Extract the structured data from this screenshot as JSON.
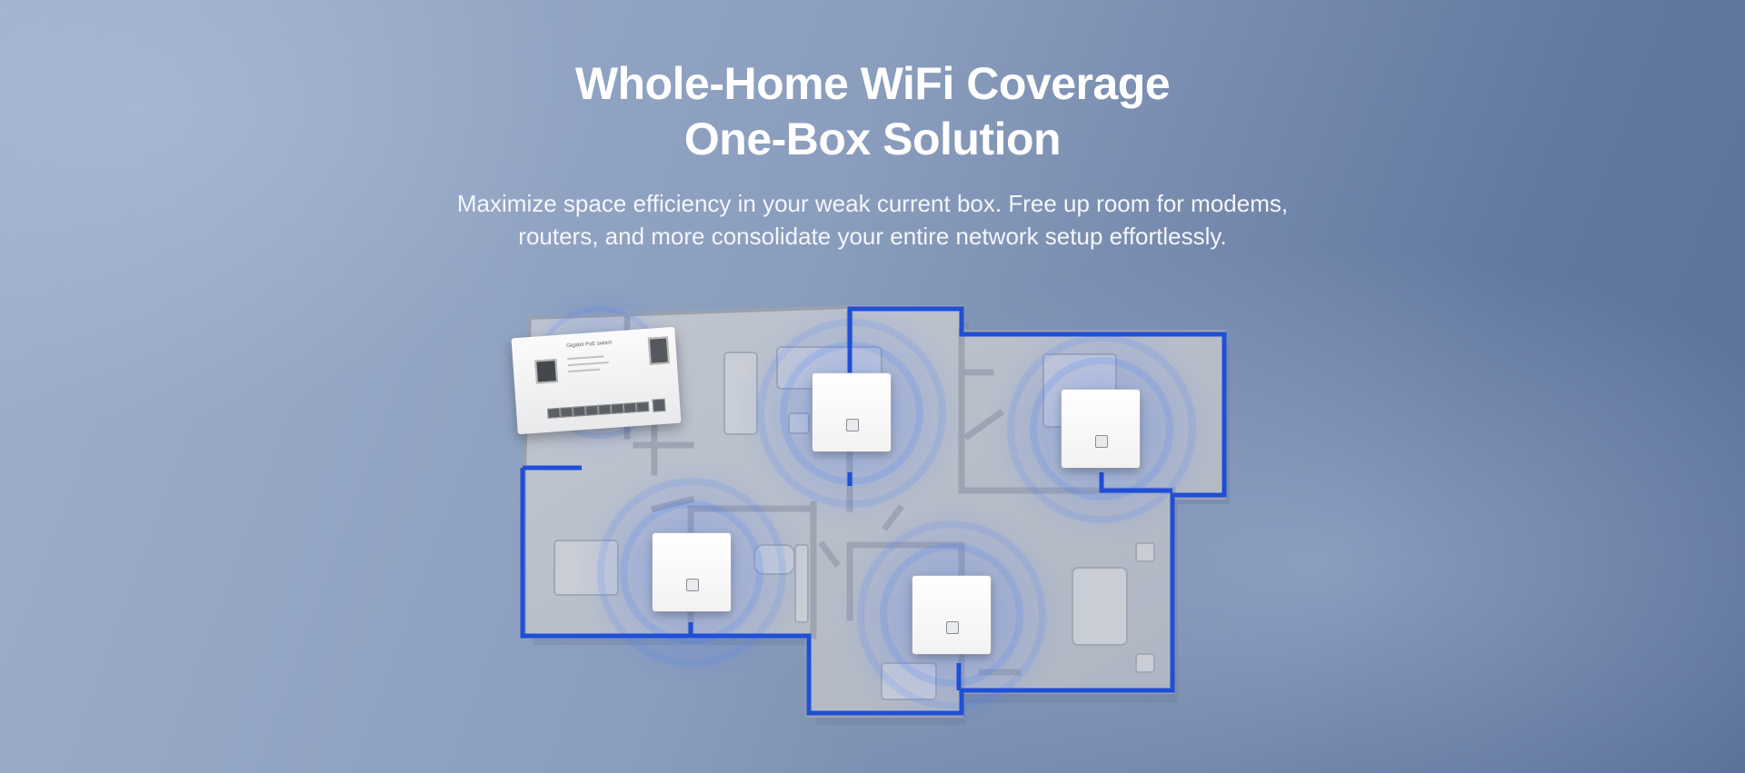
{
  "hero": {
    "title_line1": "Whole-Home WiFi Coverage",
    "title_line2": "One-Box Solution",
    "subtitle_line1": "Maximize space efficiency in your weak current box. Free up room for modems,",
    "subtitle_line2": "routers, and more consolidate your entire network setup effortlessly."
  },
  "switch_label": "Gigabit PoE switch",
  "colors": {
    "accent_blue": "#1f4fd6",
    "wall": "#a6adb9",
    "floor": "#b8bec9"
  },
  "icons": [
    "poe-switch-icon",
    "access-point-icon",
    "wifi-signal-icon",
    "floor-plan-icon"
  ]
}
